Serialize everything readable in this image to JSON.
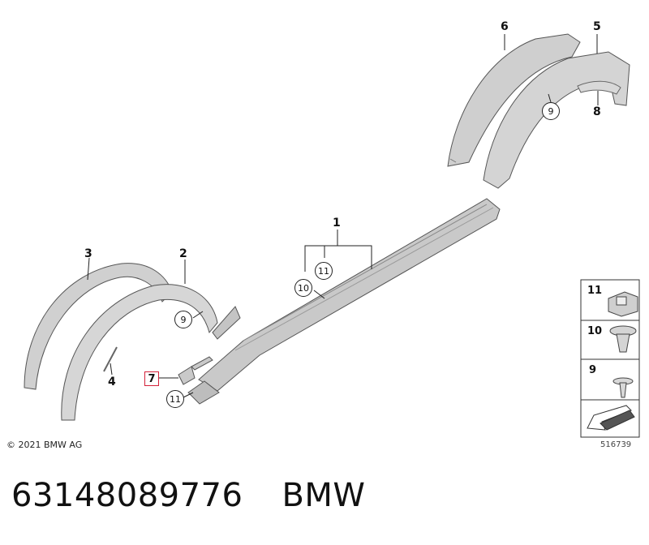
{
  "callouts": {
    "c1": "1",
    "c2": "2",
    "c3": "3",
    "c4": "4",
    "c5": "5",
    "c6": "6",
    "c7": "7",
    "c8": "8",
    "c9_front": "9",
    "c9_rear": "9",
    "c10": "10",
    "c11_top": "11",
    "c11_front": "11"
  },
  "legend": {
    "items": [
      {
        "label": "11",
        "icon": "clip-nut-icon"
      },
      {
        "label": "10",
        "icon": "expanding-rivet-icon"
      },
      {
        "label": "9",
        "icon": "screw-icon"
      }
    ]
  },
  "copyright": "© 2021 BMW AG",
  "drawing_number": "516739",
  "footer": {
    "part_number": "63148089776",
    "brand": "BMW"
  },
  "colors": {
    "highlight_box": "#d4213a",
    "part_fill": "#c8c8c8",
    "part_stroke": "#555555"
  }
}
